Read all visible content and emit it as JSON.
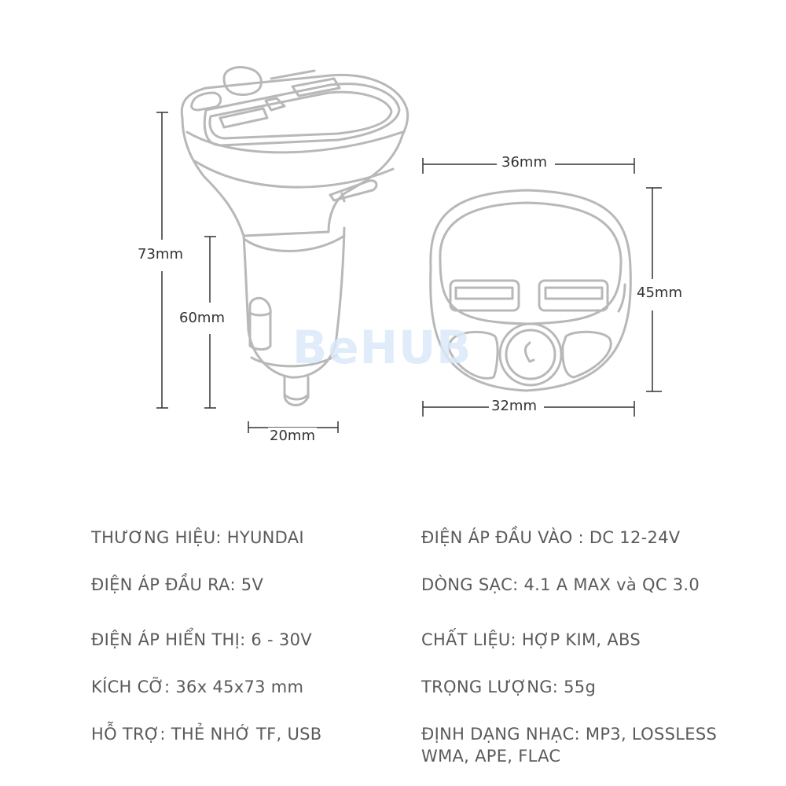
{
  "watermark": "BeHUB",
  "dimensions": {
    "side_view": {
      "total_height": "73mm",
      "body_height": "60mm",
      "plug_width": "20mm"
    },
    "front_view": {
      "top_width": "36mm",
      "height": "45mm",
      "bottom_width": "32mm"
    }
  },
  "specs": {
    "left": [
      {
        "label": "THƯƠNG HIỆU: HYUNDAI"
      },
      {
        "label": "ĐIỆN ÁP ĐẦU RA: 5V"
      },
      {
        "label": "ĐIỆN ÁP HIỂN THỊ: 6 - 30V"
      },
      {
        "label": "KÍCH CỠ: 36x 45x73 mm"
      },
      {
        "label": "HỖ TRỢ: THẺ NHỚ TF, USB"
      }
    ],
    "right": [
      {
        "label": "ĐIỆN ÁP ĐẦU VÀO : DC 12-24V"
      },
      {
        "label": "DÒNG SẠC: 4.1 A MAX và QC 3.0"
      },
      {
        "label": "CHẤT LIỆU: HỢP KIM, ABS"
      },
      {
        "label": "TRỌNG LƯỢNG: 55g"
      },
      {
        "label": "ĐỊNH DẠNG NHẠC: MP3, LOSSLESS",
        "line2": "WMA, APE, FLAC"
      }
    ]
  },
  "colors": {
    "outline": "#b8b8b8",
    "dimension_line": "#333333",
    "text": "#5a5a5a",
    "watermark": "#dbe9f8"
  }
}
